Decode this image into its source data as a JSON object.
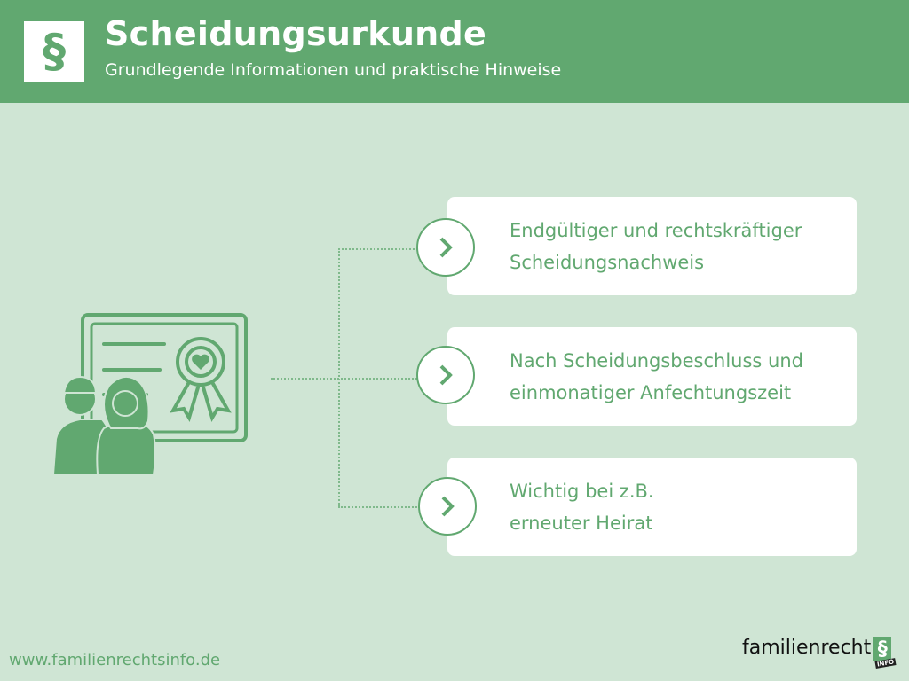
{
  "header": {
    "logo_symbol": "§",
    "title": "Scheidungsurkunde",
    "subtitle": "Grundlegende Informationen und praktische Hinweise"
  },
  "illustration": {
    "description": "couple in front of certificate with broken-heart seal"
  },
  "items": [
    {
      "icon": "chevron-right-icon",
      "line1": "Endgültiger und rechtskräftiger",
      "line2": "Scheidungsnachweis"
    },
    {
      "icon": "chevron-right-icon",
      "line1": "Nach Scheidungsbeschluss und",
      "line2": "einmonatiger Anfechtungszeit"
    },
    {
      "icon": "chevron-right-icon",
      "line1": "Wichtig bei z.B.",
      "line2": "erneuter Heirat"
    }
  ],
  "footer": {
    "url": "www.familienrechtsinfo.de",
    "brand_name": "familienrecht",
    "brand_symbol": "§",
    "brand_tag": "INFO"
  },
  "colors": {
    "primary": "#61a870",
    "background": "#cfe5d4",
    "card": "#ffffff"
  }
}
